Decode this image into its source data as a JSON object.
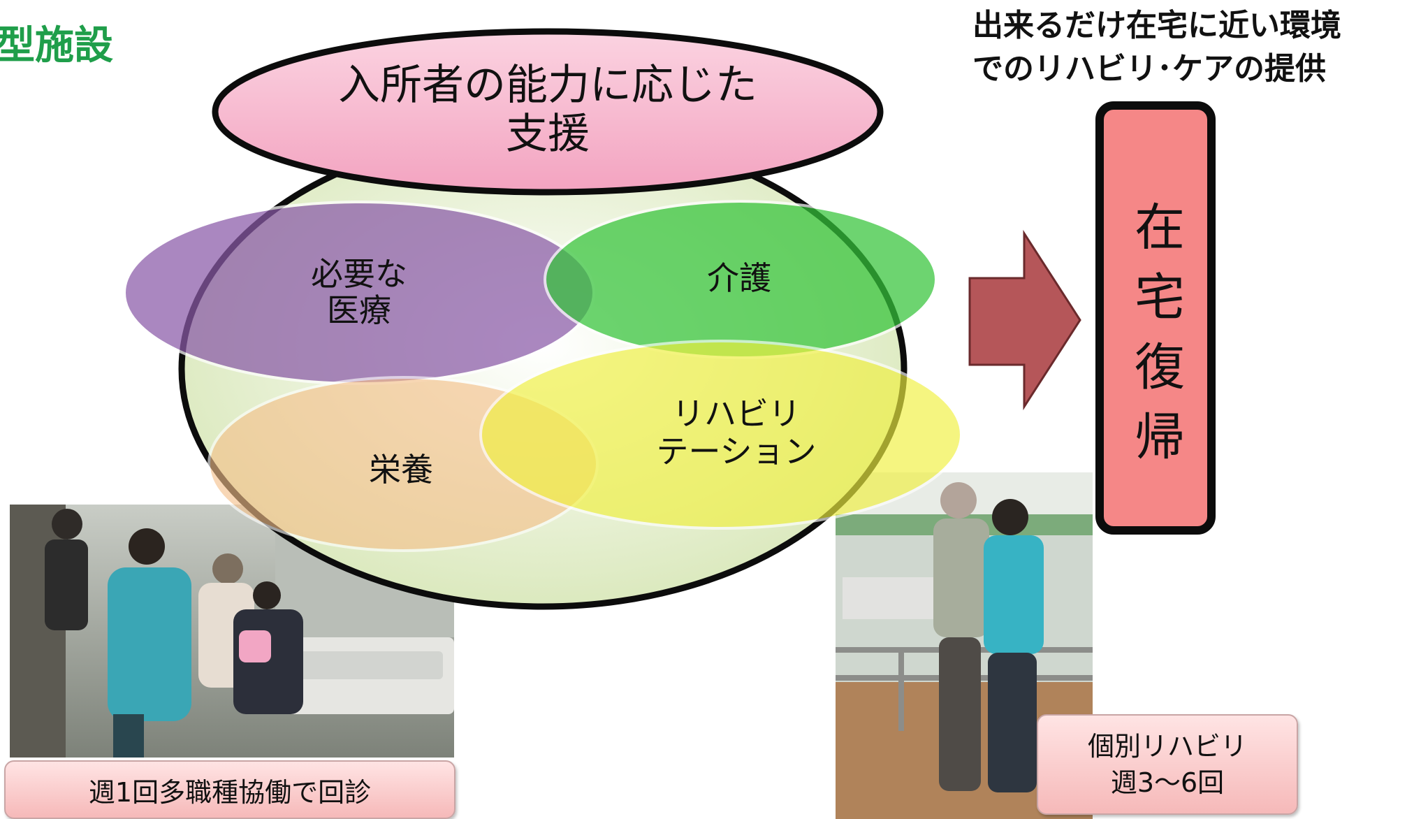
{
  "heading_left": "型施設",
  "heading_right": [
    "出来るだけ在宅に近い環境",
    "でのリハビリ･ケアの提供"
  ],
  "diagram": {
    "top_ellipse": [
      "入所者の能力に応じた",
      "支援"
    ],
    "circles": [
      {
        "label": [
          "必要な",
          "医療"
        ],
        "color": "#8a5aa8"
      },
      {
        "label": [
          "介護"
        ],
        "color": "#35c43a"
      },
      {
        "label": [
          "栄養"
        ],
        "color": "#f5c08a"
      },
      {
        "label": [
          "リハビリ",
          "テーション"
        ],
        "color": "#f0f040"
      }
    ],
    "arrow_color": "#b55659"
  },
  "goal_box": {
    "label": "在宅復帰"
  },
  "photo_left": {
    "caption": "週1回多職種協働で回診"
  },
  "photo_right": {
    "caption": [
      "個別リハビリ",
      "週3～6回"
    ]
  }
}
